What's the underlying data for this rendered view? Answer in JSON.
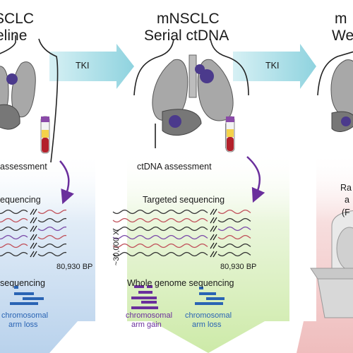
{
  "panels": [
    {
      "title_line1": "SCLC",
      "title_line2": "eline",
      "assessment": "assessment",
      "targeted": "equencing",
      "bp": "80,930 BP",
      "wgs": "sequencing",
      "result": "chromosomal",
      "result2": "arm loss",
      "color": "#c9dcef"
    },
    {
      "title_line1": "mNSCLC",
      "title_line2": "Serial ctDNA",
      "assessment": "ctDNA assessment",
      "targeted": "Targeted sequencing",
      "depth": "~30,000 X",
      "bp": "80,930 BP",
      "wgs": "Whole genome sequencing",
      "gain_line1": "chromosomal",
      "gain_line2": "arm gain",
      "loss_line1": "chromosomal",
      "loss_line2": "arm loss",
      "color": "#d8efc2"
    },
    {
      "title_line1": "m",
      "title_line2": "We",
      "line1": "Ra",
      "line2": "a",
      "line3": "(F",
      "color": "#f2c9c9"
    }
  ],
  "arrows": [
    {
      "label": "TKI"
    },
    {
      "label": "TKI"
    }
  ],
  "colors": {
    "arrow": "#a9dde6",
    "lung": "#9a9a9a",
    "tumor": "#4b3a8c",
    "red_wave": "#c0505a",
    "purple_wave": "#7a4aa8",
    "blue_cnv": "#2a64b4",
    "purple_cnv": "#6a2f9c"
  }
}
